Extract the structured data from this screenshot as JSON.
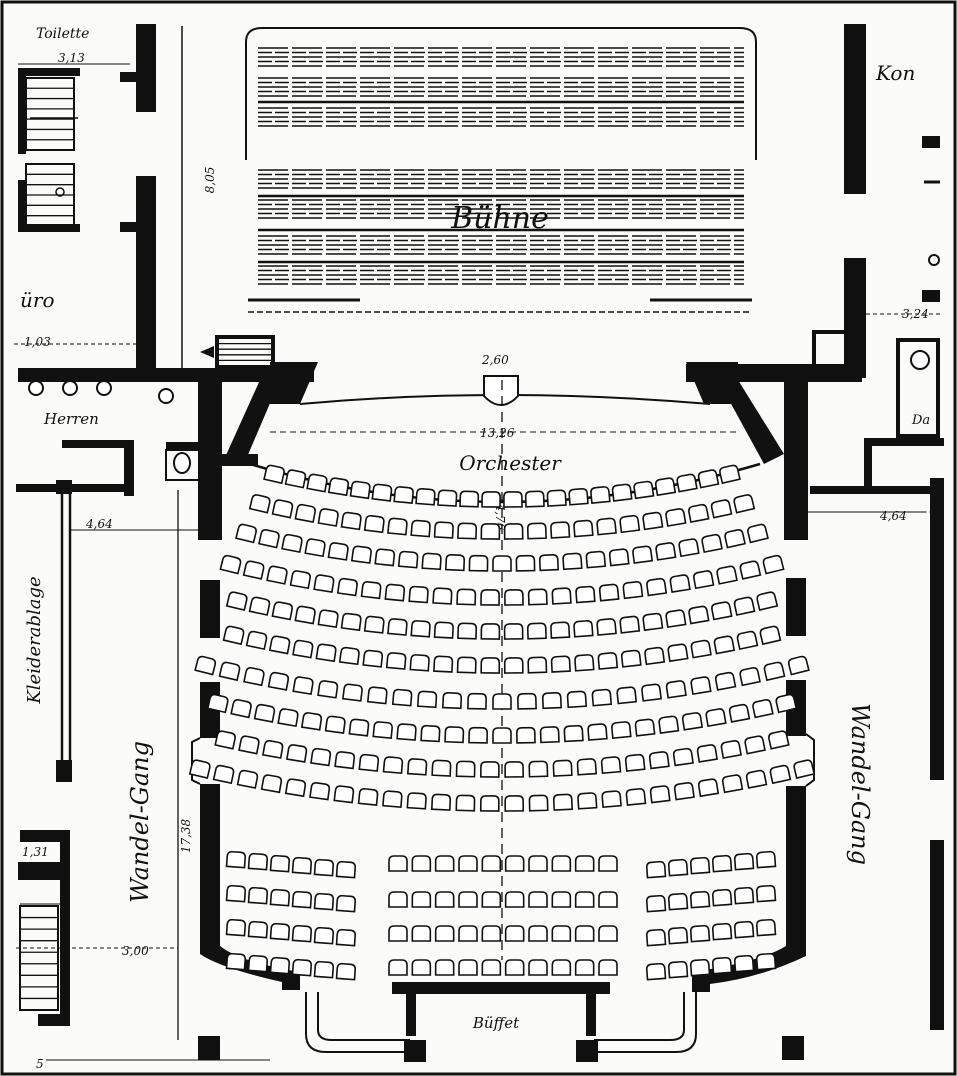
{
  "labels": {
    "stage": "Bühne",
    "orchestra": "Orchester",
    "buffet": "Büffet",
    "foyer_left": "Wandel-Gang",
    "foyer_right": "Wandel-Gang",
    "cloakroom": "Kleiderablage",
    "mens": "Herren",
    "toilet": "Toilette",
    "office": "üro",
    "top_right": "Kon",
    "small_right": "Da"
  },
  "dimensions": {
    "stage_depth": "8,05",
    "toilet_width": "3,13",
    "left_corridor": "4,64",
    "right_corridor": "4,64",
    "orchestra_width": "13,26",
    "prompter": "2,60",
    "auditorium_depth": "14,76",
    "foyer_length": "17,38",
    "right_top": "3,24",
    "left_stair": "1,31",
    "bottom_left": "3,00",
    "left_top": "1,03",
    "bottom_marker": "5"
  },
  "colors": {
    "ink": "#111111",
    "paper": "#fbfbf9"
  }
}
